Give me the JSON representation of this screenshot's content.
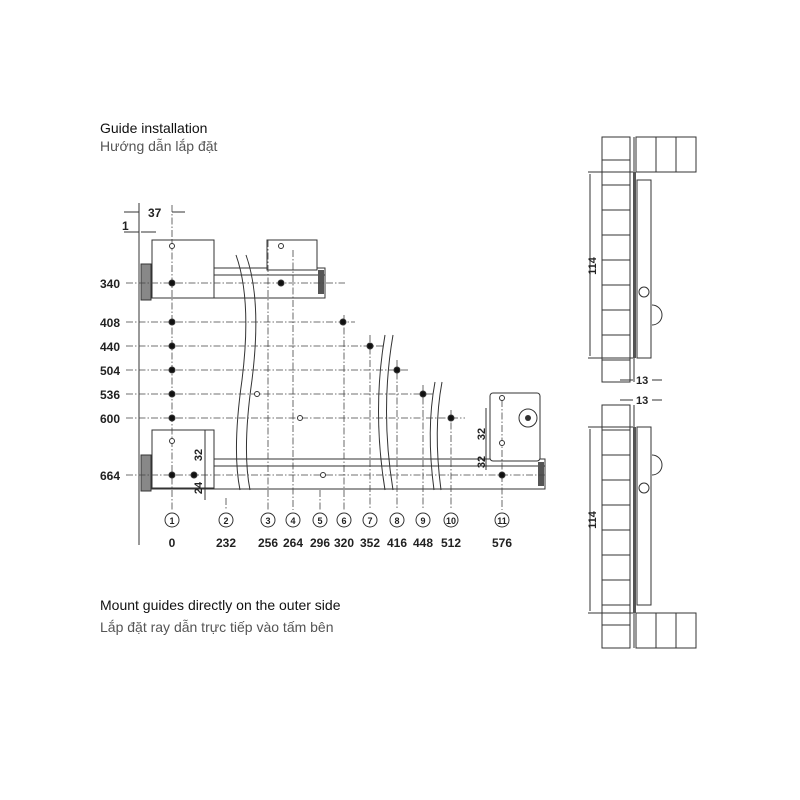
{
  "heading": {
    "title_en": "Guide installation",
    "title_vi": "Hướng dẫn lắp đặt"
  },
  "footer": {
    "note_en": "Mount guides directly on the outer side",
    "note_vi": "Lắp đặt ray dẫn trực tiếp vào tấm bên"
  },
  "dimensions": {
    "offset_small": "1",
    "offset_37": "37",
    "pitch_a": "32",
    "pitch_b": "32",
    "front_32": "32",
    "front_24": "24",
    "side_height_top": "114",
    "side_height_bottom": "114",
    "side_depth_top": "13",
    "side_depth_bottom": "13"
  },
  "rows": [
    "340",
    "408",
    "440",
    "504",
    "536",
    "600",
    "664"
  ],
  "columns": [
    {
      "id": "1",
      "value": "0"
    },
    {
      "id": "2",
      "value": "232"
    },
    {
      "id": "3",
      "value": "256"
    },
    {
      "id": "4",
      "value": "264"
    },
    {
      "id": "5",
      "value": "296"
    },
    {
      "id": "6",
      "value": "320"
    },
    {
      "id": "7",
      "value": "352"
    },
    {
      "id": "8",
      "value": "416"
    },
    {
      "id": "9",
      "value": "448"
    },
    {
      "id": "10",
      "value": "512"
    },
    {
      "id": "11",
      "value": "576"
    }
  ]
}
